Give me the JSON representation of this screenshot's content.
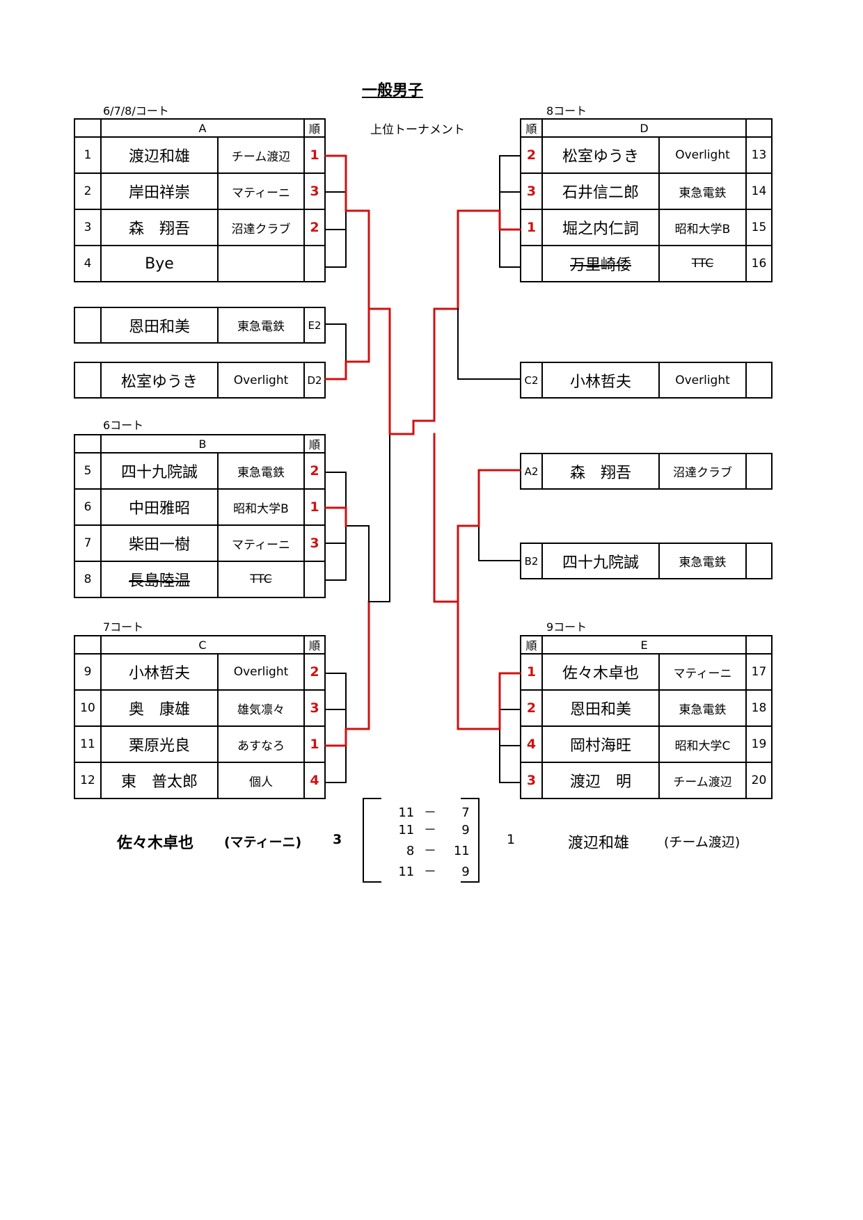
{
  "title": "一般男子",
  "subtitle": "上位トーナメント",
  "groups": {
    "A": {
      "label": "A",
      "court": "6/7/8/コート",
      "rank_header": "順",
      "rows": [
        {
          "num": "1",
          "name": "渡辺和雄",
          "team": "チーム渡辺",
          "rank": "1"
        },
        {
          "num": "2",
          "name": "岸田祥崇",
          "team": "マティーニ",
          "rank": "3"
        },
        {
          "num": "3",
          "name": "森　翔吾",
          "team": "沼達クラブ",
          "rank": "2"
        },
        {
          "num": "4",
          "name": "Bye",
          "team": "",
          "rank": ""
        }
      ]
    },
    "B": {
      "label": "B",
      "court": "6コート",
      "rank_header": "順",
      "rows": [
        {
          "num": "5",
          "name": "四十九院誠",
          "team": "東急電鉄",
          "rank": "2"
        },
        {
          "num": "6",
          "name": "中田雅昭",
          "team": "昭和大学B",
          "rank": "1"
        },
        {
          "num": "7",
          "name": "柴田一樹",
          "team": "マティーニ",
          "rank": "3"
        },
        {
          "num": "8",
          "name": "長島陸温",
          "team": "TTC",
          "rank": ""
        }
      ]
    },
    "C": {
      "label": "C",
      "court": "7コート",
      "rank_header": "順",
      "rows": [
        {
          "num": "9",
          "name": "小林哲夫",
          "team": "Overlight",
          "rank": "2"
        },
        {
          "num": "10",
          "name": "奥　康雄",
          "team": "雄気凛々",
          "rank": "3"
        },
        {
          "num": "11",
          "name": "栗原光良",
          "team": "あすなろ",
          "rank": "1"
        },
        {
          "num": "12",
          "name": "東　普太郎",
          "team": "個人",
          "rank": "4"
        }
      ]
    },
    "D": {
      "label": "D",
      "court": "8コート",
      "rank_header": "順",
      "rows": [
        {
          "num": "13",
          "name": "松室ゆうき",
          "team": "Overlight",
          "rank": "2"
        },
        {
          "num": "14",
          "name": "石井信二郎",
          "team": "東急電鉄",
          "rank": "3"
        },
        {
          "num": "15",
          "name": "堀之内仁詞",
          "team": "昭和大学B",
          "rank": "1"
        },
        {
          "num": "16",
          "name": "万里崎倭",
          "team": "TTC",
          "rank": ""
        }
      ]
    },
    "E": {
      "label": "E",
      "court": "9コート",
      "rank_header": "順",
      "rows": [
        {
          "num": "17",
          "name": "佐々木卓也",
          "team": "マティーニ",
          "rank": "1"
        },
        {
          "num": "18",
          "name": "恩田和美",
          "team": "東急電鉄",
          "rank": "2"
        },
        {
          "num": "19",
          "name": "岡村海旺",
          "team": "昭和大学C",
          "rank": "4"
        },
        {
          "num": "20",
          "name": "渡辺　明",
          "team": "チーム渡辺",
          "rank": "3"
        }
      ]
    }
  },
  "seeds": {
    "e2": {
      "name": "恩田和美",
      "team": "東急電鉄",
      "seed": "E2"
    },
    "d2": {
      "name": "松室ゆうき",
      "team": "Overlight",
      "seed": "D2"
    },
    "c2": {
      "name": "小林哲夫",
      "team": "Overlight",
      "seed": "C2"
    },
    "a2": {
      "name": "森　翔吾",
      "team": "沼達クラブ",
      "seed": "A2"
    },
    "b2": {
      "name": "四十九院誠",
      "team": "東急電鉄",
      "seed": "B2"
    }
  },
  "final": {
    "winner_name": "佐々木卓也",
    "winner_team": "(マティーニ)",
    "winner_games": "3",
    "loser_games": "1",
    "loser_name": "渡辺和雄",
    "loser_team": "(チーム渡辺)",
    "dash": "－",
    "games": [
      {
        "left": "11",
        "right": "7"
      },
      {
        "left": "11",
        "right": "9"
      },
      {
        "left": "8",
        "right": "11"
      },
      {
        "left": "11",
        "right": "9"
      }
    ]
  },
  "colors": {
    "winner_line": "#d01010",
    "line": "#000000"
  }
}
